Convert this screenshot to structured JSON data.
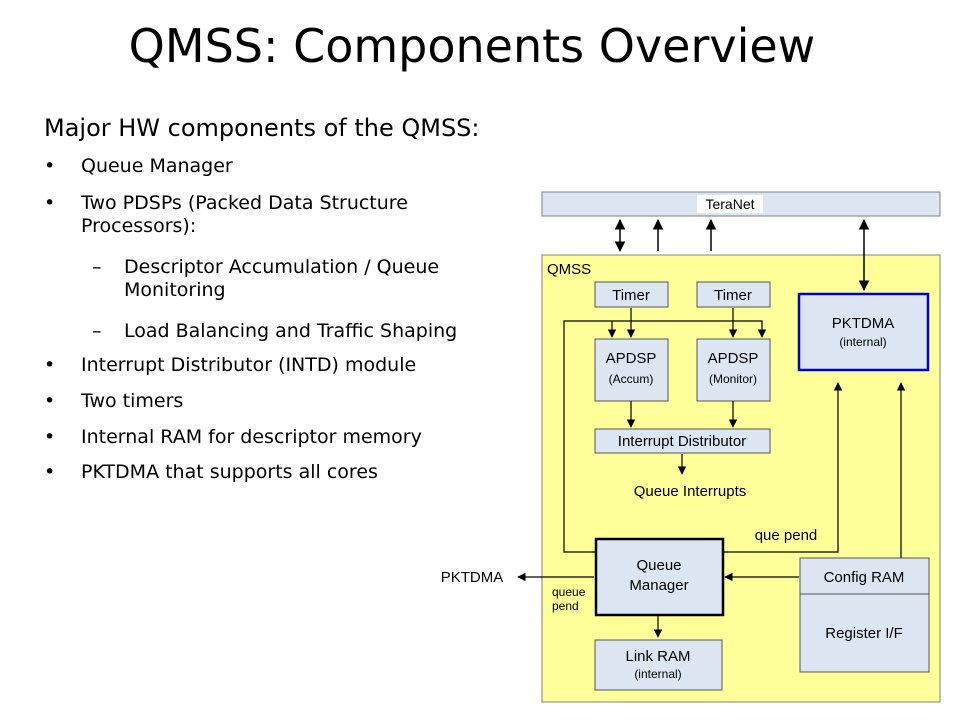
{
  "slide": {
    "title": "QMSS: Components Overview",
    "subtitle": "Major HW components of the QMSS:",
    "bullets": [
      {
        "text": "Queue Manager"
      },
      {
        "text": "Two PDSPs (Packed Data Structure Processors):"
      },
      {
        "text": "Descriptor Accumulation / Queue Monitoring",
        "sub": true
      },
      {
        "text": "Load Balancing and Traffic Shaping",
        "sub": true
      },
      {
        "text": "Interrupt Distributor (INTD) module"
      },
      {
        "text": "Two timers"
      },
      {
        "text": "Internal RAM for descriptor memory"
      },
      {
        "text": "PKTDMA that supports all cores"
      }
    ],
    "bullet_marker": "•",
    "sub_marker": "–"
  },
  "diagram": {
    "teranet": "TeraNet",
    "qmss_label": "QMSS",
    "timer1": "Timer",
    "timer2": "Timer",
    "apdsp_accum_title": "APDSP",
    "apdsp_accum_sub": "(Accum)",
    "apdsp_monitor_title": "APDSP",
    "apdsp_monitor_sub": "(Monitor)",
    "pktdma_title": "PKTDMA",
    "pktdma_sub": "(internal)",
    "interrupt_distributor": "Interrupt Distributor",
    "queue_interrupts": "Queue Interrupts",
    "que_pend": "que pend",
    "queue_manager_line1": "Queue",
    "queue_manager_line2": "Manager",
    "queue_pend_line1": "queue",
    "queue_pend_line2": "pend",
    "pktdma_external": "PKTDMA",
    "config_ram": "Config RAM",
    "register_if": "Register I/F",
    "link_ram_title": "Link RAM",
    "link_ram_sub": "(internal)",
    "colors": {
      "qmss_fill": "#ffff99",
      "box_fill": "#dce6f2",
      "teranet_fill": "#dce6f2",
      "pktdma_border": "#0000cc",
      "line": "#000000"
    }
  }
}
